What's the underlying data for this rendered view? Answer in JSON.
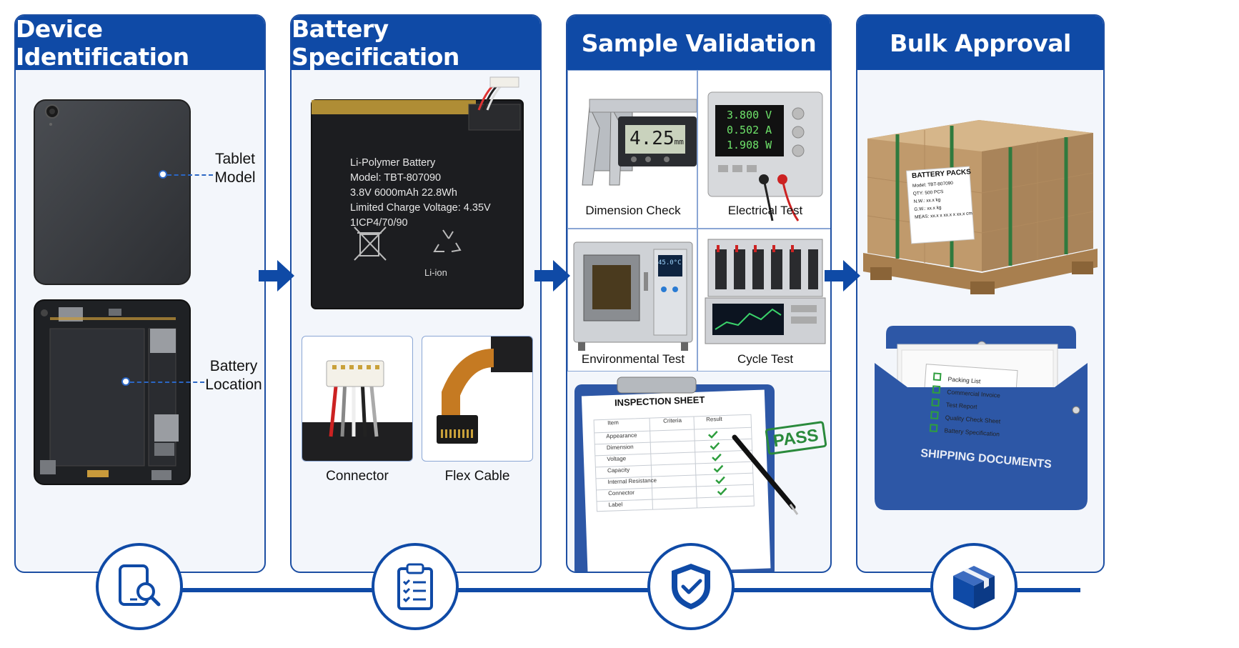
{
  "stages": [
    {
      "title": "Device Identification",
      "labels": {
        "tablet_model": [
          "Tablet",
          "Model"
        ],
        "battery_location": [
          "Battery",
          "Location"
        ]
      },
      "icon": "tablet-search-icon"
    },
    {
      "title": "Battery Specification",
      "battery_label": {
        "line1": "Li-Polymer Battery",
        "line2": "Model: TBT-807090",
        "line3": "3.8V  6000mAh  22.8Wh",
        "line4": "Limited Charge Voltage: 4.35V",
        "line5": "1ICP4/70/90",
        "recycle": "Li-ion"
      },
      "captions": {
        "connector": "Connector",
        "flex": "Flex Cable"
      },
      "icon": "clipboard-checklist-icon"
    },
    {
      "title": "Sample Validation",
      "captions": {
        "dimension": "Dimension Check",
        "electrical": "Electrical Test",
        "environmental": "Environmental Test",
        "cycle": "Cycle Test"
      },
      "caliper_reading": "4.25",
      "caliper_unit": "mm",
      "psu_readings": [
        "3.800 V",
        "0.502 A",
        "1.908 W"
      ],
      "chamber_reading": "45.0°C",
      "inspection": {
        "title": "INSPECTION SHEET",
        "headers": [
          "Item",
          "Criteria",
          "Result"
        ],
        "rows": [
          "Appearance",
          "Dimension",
          "Voltage",
          "Capacity",
          "Internal Resistance",
          "Connector",
          "Label"
        ],
        "stamp": "PASS"
      },
      "icon": "shield-check-icon"
    },
    {
      "title": "Bulk Approval",
      "box_label": {
        "title": "BATTERY PACKS",
        "rows": [
          [
            "Model:",
            "TBT-807090"
          ],
          [
            "QTY:",
            "500 PCS"
          ],
          [
            "N.W.:",
            "xx.x  kg"
          ],
          [
            "G.W.:",
            "xx.x  kg"
          ],
          [
            "MEAS:",
            "xx.x x xx.x x xx.x cm"
          ]
        ]
      },
      "documents": [
        "Packing List",
        "Commercial Invoice",
        "Test Report",
        "Quality Check Sheet",
        "Battery Specification"
      ],
      "folder_label": "SHIPPING DOCUMENTS",
      "icon": "package-box-icon"
    }
  ],
  "colors": {
    "primary": "#0f4aa6",
    "accent": "#2b66c4",
    "pass": "#2a8a3c",
    "check": "#2e9e3e"
  }
}
